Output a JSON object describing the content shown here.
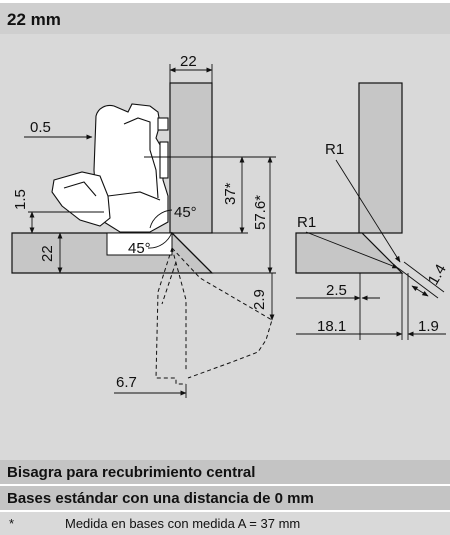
{
  "header": {
    "title": "22 mm"
  },
  "dimensions": {
    "top_width": "22",
    "overlay": "0.5",
    "height_37": "37*",
    "height_57": "57.6*",
    "left_1_5": "1.5",
    "panel_22": "22",
    "angle_upper": "45°",
    "angle_lower": "45°",
    "depth_2_9": "2.9",
    "offset_6_7": "6.7",
    "radius_top": "R1",
    "radius_left": "R1",
    "gap_1_4": "1.4",
    "gap_2_5": "2.5",
    "dist_18_1": "18.1",
    "dist_1_9": "1.9"
  },
  "captions": {
    "line1": "Bisagra para recubrimiento central",
    "line2": "Bases estándar con una distancia de 0 mm"
  },
  "footnote": {
    "mark": "*",
    "text": "Medida en bases con medida A = 37 mm"
  }
}
